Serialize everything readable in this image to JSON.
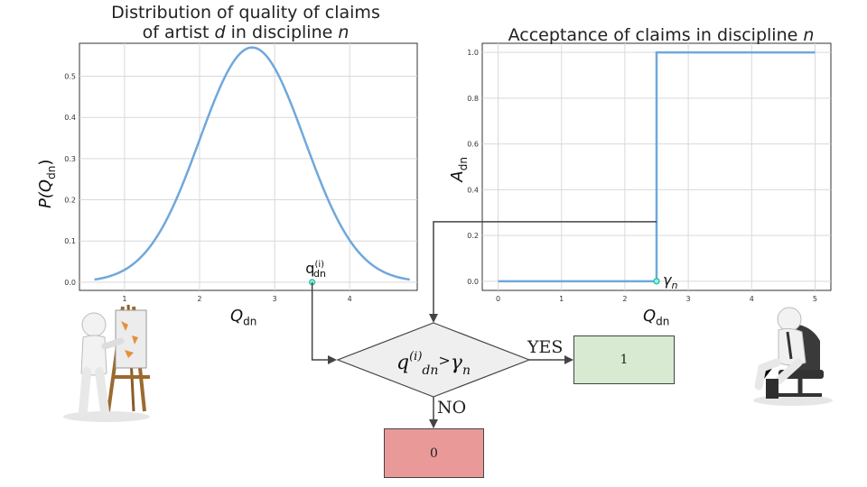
{
  "chart_data": [
    {
      "type": "line",
      "title_line1": "Distribution of quality of claims",
      "title_line2_prefix": "of artist ",
      "title_line2_var1": "d",
      "title_line2_mid": " in discipline ",
      "title_line2_var2": "n",
      "ylabel": "P(Q",
      "ylabel_sub": "dn",
      "ylabel_end": ")",
      "xlabel": "Q",
      "xlabel_sub": "dn",
      "xlim": [
        0.4,
        4.9
      ],
      "ylim": [
        -0.02,
        0.58
      ],
      "xticks": [
        1,
        2,
        3,
        4
      ],
      "yticks": [
        0.0,
        0.1,
        0.2,
        0.3,
        0.4,
        0.5
      ],
      "ytick_labels": [
        "0.0",
        "0.1",
        "0.2",
        "0.3",
        "0.4",
        "0.5"
      ],
      "grid": true,
      "series": [
        {
          "distribution": "normal",
          "mean": 2.7,
          "std": 0.7,
          "x_range": [
            0.6,
            4.8
          ],
          "color": "#6fa8dc"
        }
      ],
      "marker": {
        "x": 3.5,
        "y": 0.0,
        "label": "q",
        "label_sup": "(i)",
        "label_sub": "dn",
        "color": "#1abc9c"
      }
    },
    {
      "type": "line",
      "title_prefix": "Acceptance of claims in discipline ",
      "title_var": "n",
      "ylabel": "A",
      "ylabel_sub": "dn",
      "xlabel": "Q",
      "xlabel_sub": "dn",
      "xlim": [
        -0.25,
        5.25
      ],
      "ylim": [
        -0.04,
        1.04
      ],
      "xticks": [
        0,
        1,
        2,
        3,
        4,
        5
      ],
      "yticks": [
        0.0,
        0.2,
        0.4,
        0.6,
        0.8,
        1.0
      ],
      "ytick_labels": [
        "0.0",
        "0.2",
        "0.4",
        "0.6",
        "0.8",
        "1.0"
      ],
      "grid": true,
      "series": [
        {
          "x": [
            0,
            2.5,
            2.5,
            5
          ],
          "y": [
            0,
            0,
            1,
            1
          ],
          "color": "#6fa8dc"
        }
      ],
      "marker": {
        "x": 2.5,
        "y": 0.0,
        "label": "γ",
        "label_sub": "n",
        "color": "#1abc9c"
      },
      "connector_y": 0.26
    }
  ],
  "flow": {
    "decision_q": "q",
    "decision_sup": "(i)",
    "decision_sub": "dn",
    "decision_gt": ">",
    "decision_gamma": "γ",
    "decision_gamma_sub": "n",
    "yes_label": "YES",
    "no_label": "NO",
    "yes_value": "1",
    "no_value": "0",
    "yes_color": "#d9ead3",
    "no_color": "#ea9999",
    "diamond_color": "#efefef"
  }
}
